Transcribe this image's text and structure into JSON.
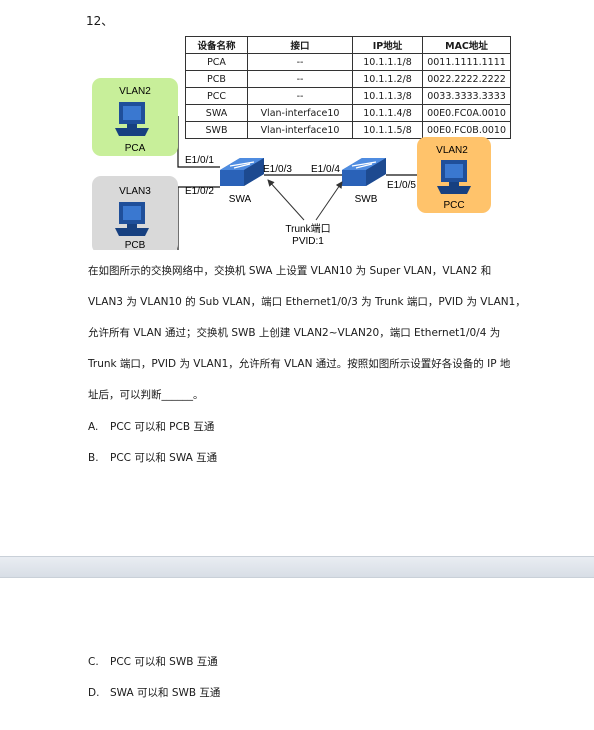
{
  "question": {
    "number": "12、",
    "table": {
      "headers": [
        "设备名称",
        "接口",
        "IP地址",
        "MAC地址"
      ],
      "rows": [
        [
          "PCA",
          "--",
          "10.1.1.1/8",
          "0011.1111.1111"
        ],
        [
          "PCB",
          "--",
          "10.1.1.2/8",
          "0022.2222.2222"
        ],
        [
          "PCC",
          "--",
          "10.1.1.3/8",
          "0033.3333.3333"
        ],
        [
          "SWA",
          "Vlan-interface10",
          "10.1.1.4/8",
          "00E0.FC0A.0010"
        ],
        [
          "SWB",
          "Vlan-interface10",
          "10.1.1.5/8",
          "00E0.FC0B.0010"
        ]
      ]
    },
    "diagram": {
      "vlan2_left": "VLAN2",
      "pca": "PCA",
      "vlan3": "VLAN3",
      "pcb": "PCB",
      "swa": "SWA",
      "swb": "SWB",
      "vlan2_right": "VLAN2",
      "pcc": "PCC",
      "port_e101": "E1/0/1",
      "port_e102": "E1/0/2",
      "port_e103": "E1/0/3",
      "port_e104": "E1/0/4",
      "port_e105": "E1/0/5",
      "trunk_label": "Trunk端口",
      "pvid_label": "PVID:1",
      "colors": {
        "vlan2": "#c8ef9a",
        "vlan3": "#d9d9d9",
        "pcc_box": "#ffc36b",
        "switch": "#2a62b8"
      }
    },
    "paragraph_lines": [
      "在如图所示的交换网络中，交换机 SWA 上设置 VLAN10 为 Super VLAN，VLAN2 和",
      "VLAN3 为 VLAN10 的 Sub VLAN，端口 Ethernet1/0/3 为 Trunk 端口，PVID 为 VLAN1，",
      "允许所有 VLAN 通过；交换机 SWB 上创建 VLAN2~VLAN20，端口 Ethernet1/0/4 为",
      "Trunk 端口，PVID 为 VLAN1，允许所有 VLAN 通过。按照如图所示设置好各设备的 IP 地",
      "址后，可以判断______。"
    ],
    "options": [
      {
        "label": "A.",
        "text": "PCC 可以和 PCB 互通"
      },
      {
        "label": "B.",
        "text": "PCC 可以和 SWA 互通"
      },
      {
        "label": "C.",
        "text": "PCC 可以和 SWB 互通"
      },
      {
        "label": "D.",
        "text": "SWA 可以和 SWB 互通"
      }
    ]
  }
}
